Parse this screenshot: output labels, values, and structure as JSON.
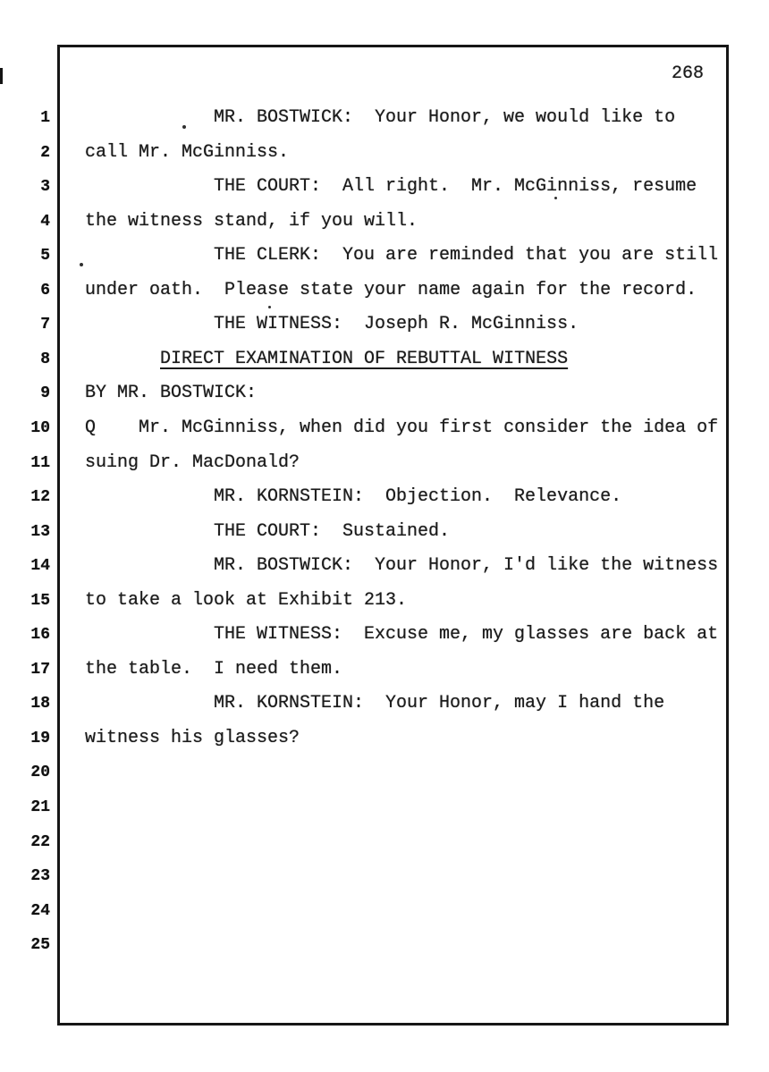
{
  "page": {
    "page_number": "268"
  },
  "colors": {
    "ink": "#1b1b1b",
    "paper": "#ffffff"
  },
  "transcript": {
    "lines": [
      {
        "number": "1",
        "indent": 12,
        "underline": false,
        "text": "MR. BOSTWICK:  Your Honor, we would like to"
      },
      {
        "number": "2",
        "indent": 0,
        "underline": false,
        "text": "call Mr. McGinniss."
      },
      {
        "number": "3",
        "indent": 12,
        "underline": false,
        "text": "THE COURT:  All right.  Mr. McGinniss, resume"
      },
      {
        "number": "4",
        "indent": 0,
        "underline": false,
        "text": "the witness stand, if you will."
      },
      {
        "number": "5",
        "indent": 12,
        "underline": false,
        "text": "THE CLERK:  You are reminded that you are still"
      },
      {
        "number": "6",
        "indent": 0,
        "underline": false,
        "text": "under oath.  Please state your name again for the record."
      },
      {
        "number": "7",
        "indent": 12,
        "underline": false,
        "text": "THE WITNESS:  Joseph R. McGinniss."
      },
      {
        "number": "8",
        "indent": 7,
        "underline": true,
        "text": "DIRECT EXAMINATION OF REBUTTAL WITNESS"
      },
      {
        "number": "9",
        "indent": 0,
        "underline": false,
        "text": "BY MR. BOSTWICK:"
      },
      {
        "number": "10",
        "indent": 0,
        "underline": false,
        "text": "Q    Mr. McGinniss, when did you first consider the idea of"
      },
      {
        "number": "11",
        "indent": 0,
        "underline": false,
        "text": "suing Dr. MacDonald?"
      },
      {
        "number": "12",
        "indent": 12,
        "underline": false,
        "text": "MR. KORNSTEIN:  Objection.  Relevance."
      },
      {
        "number": "13",
        "indent": 12,
        "underline": false,
        "text": "THE COURT:  Sustained."
      },
      {
        "number": "14",
        "indent": 12,
        "underline": false,
        "text": "MR. BOSTWICK:  Your Honor, I'd like the witness"
      },
      {
        "number": "15",
        "indent": 0,
        "underline": false,
        "text": "to take a look at Exhibit 213."
      },
      {
        "number": "16",
        "indent": 12,
        "underline": false,
        "text": "THE WITNESS:  Excuse me, my glasses are back at"
      },
      {
        "number": "17",
        "indent": 0,
        "underline": false,
        "text": "the table.  I need them."
      },
      {
        "number": "18",
        "indent": 12,
        "underline": false,
        "text": "MR. KORNSTEIN:  Your Honor, may I hand the"
      },
      {
        "number": "19",
        "indent": 0,
        "underline": false,
        "text": "witness his glasses?"
      },
      {
        "number": "20",
        "indent": 0,
        "underline": false,
        "text": ""
      },
      {
        "number": "21",
        "indent": 0,
        "underline": false,
        "text": ""
      },
      {
        "number": "22",
        "indent": 0,
        "underline": false,
        "text": ""
      },
      {
        "number": "23",
        "indent": 0,
        "underline": false,
        "text": ""
      },
      {
        "number": "24",
        "indent": 0,
        "underline": false,
        "text": ""
      },
      {
        "number": "25",
        "indent": 0,
        "underline": false,
        "text": ""
      }
    ]
  }
}
